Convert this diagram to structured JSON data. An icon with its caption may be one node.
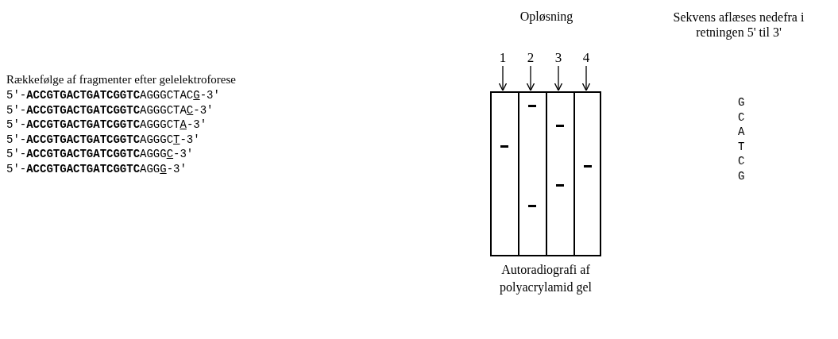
{
  "diagram": {
    "nodes": [
      {
        "text": [
          "Autoradiografi af polyacrylamid gel"
        ]
      },
      {
        "text": [],
        "shape": "box",
        "in": 0
      },
      {
        "text": [],
        "shape": "box",
        "in": 0
      },
      {
        "text": [],
        "shape": "box",
        "in": 0
      },
      {
        "text": [],
        "shape": "box",
        "in": 0
      },
      {
        "text": [
          "1"
        ]
      },
      {
        "text": [
          "2"
        ]
      },
      {
        "text": [
          "3"
        ]
      },
      {
        "text": [
          "4"
        ]
      }
    ],
    "edges": [
      {
        "from": 5,
        "to": 1,
        "arrow": "to"
      },
      {
        "from": 6,
        "to": 2,
        "arrow": "to"
      },
      {
        "from": 7,
        "to": 3,
        "arrow": "to"
      },
      {
        "from": 8,
        "to": 4,
        "arrow": "to"
      }
    ],
    "labels": [
      "Rækkefølge af fragmenter efter gelelektroforese",
      "5'-**ACCGTGACTGATCGGTC**AGGGCTACG-3'",
      "5'-**ACCGTGACTGATCGGTC**AGGGCTAC-3'",
      "5'-**ACCGTGACTGATCGGTC**AGGGCTA-3'",
      "5'-**ACCGTGACTGATCGGTC**AGGGCT-3'",
      "5'-**ACCGTGACTGATCGGTC**AGGGC-3'",
      "5'-**ACCGTGACTGATCGGTC**AGGG-3'",
      "Opløsning",
      "Sekvens aflæses nedefra i retningen 5' til 3'",
      "G",
      "C",
      "A",
      "T",
      "C",
      "G"
    ]
  }
}
